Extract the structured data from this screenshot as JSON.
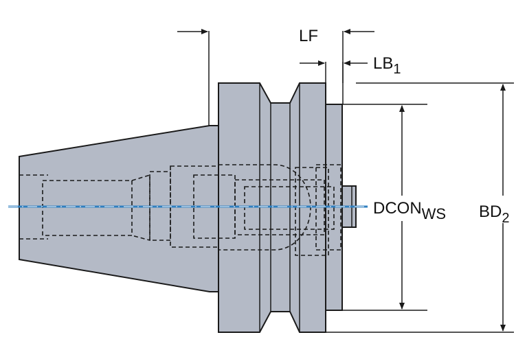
{
  "labels": {
    "lf": "LF",
    "lb1_main": "LB",
    "lb1_sub": "1",
    "dcon_main": "DCON",
    "dcon_sub": "WS",
    "bd2_main": "BD",
    "bd2_sub": "2"
  },
  "colors": {
    "body_fill": "#b4bac6",
    "body_stroke": "#1a1a1a",
    "centerline": "#2f7fbf",
    "dimension": "#1a1a1a"
  }
}
